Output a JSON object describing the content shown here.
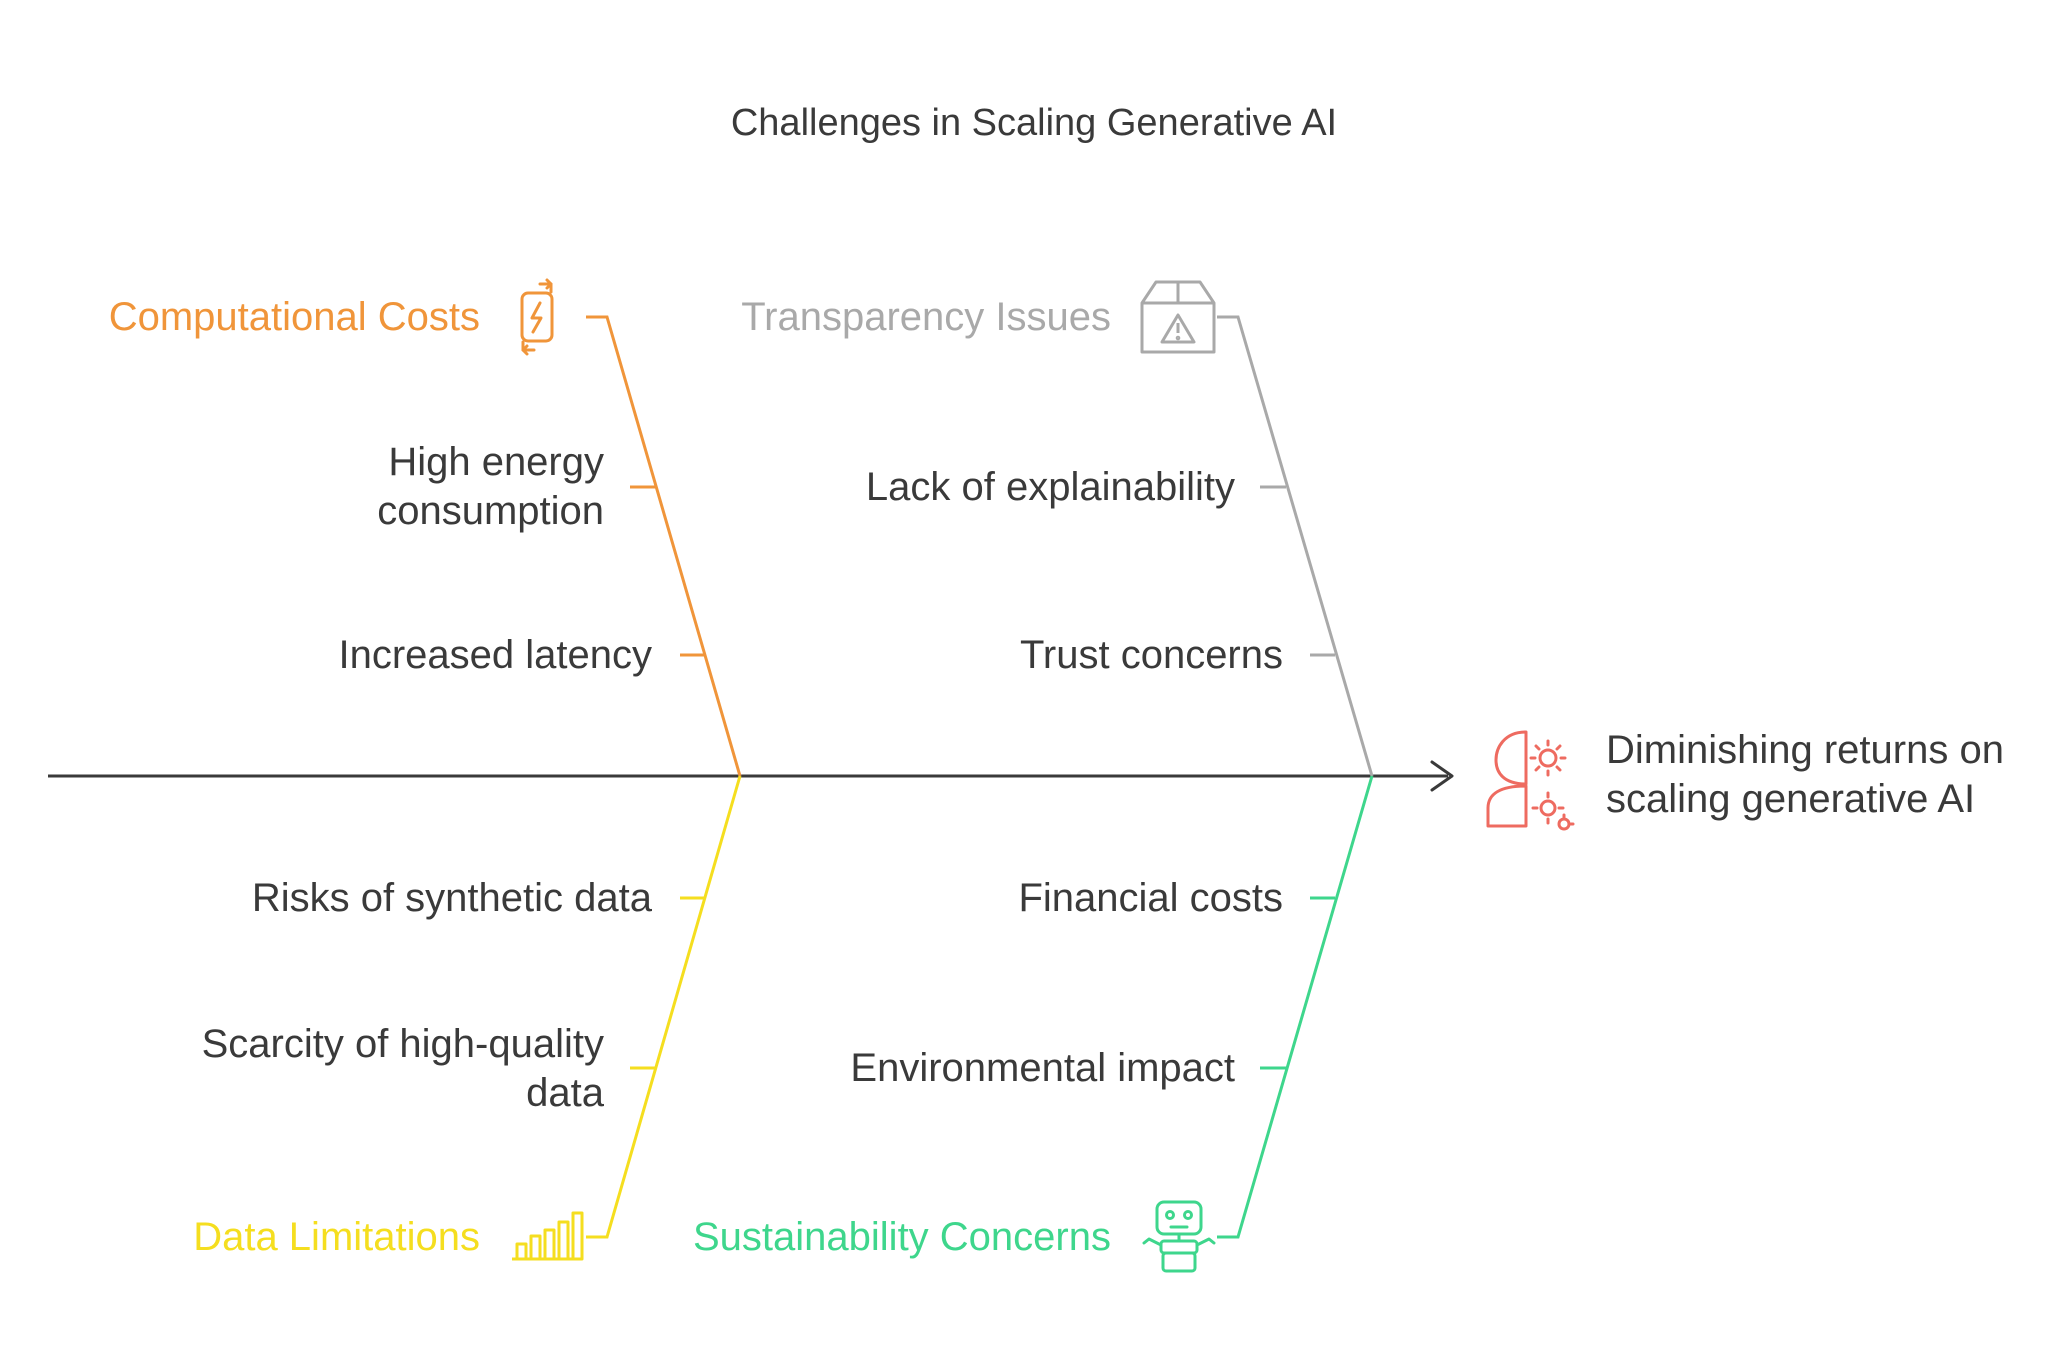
{
  "title": "Challenges in Scaling Generative AI",
  "effect": {
    "line1": "Diminishing returns on",
    "line2": "scaling generative AI",
    "icon": "head-gears-icon",
    "color": "#EE6B60"
  },
  "categories": {
    "computational": {
      "label": "Computational Costs",
      "icon": "battery-cycle-icon",
      "color": "#F0953A",
      "causes": [
        {
          "line1": "High energy",
          "line2": "consumption"
        },
        {
          "line1": "Increased latency"
        }
      ]
    },
    "transparency": {
      "label": "Transparency Issues",
      "icon": "warning-box-icon",
      "color": "#A9A9A9",
      "causes": [
        {
          "line1": "Lack of explainability"
        },
        {
          "line1": "Trust concerns"
        }
      ]
    },
    "data": {
      "label": "Data Limitations",
      "icon": "bar-chart-icon",
      "color": "#F5DE1F",
      "causes": [
        {
          "line1": "Risks of synthetic data"
        },
        {
          "line1": "Scarcity of high-quality",
          "line2": "data"
        }
      ]
    },
    "sustainability": {
      "label": "Sustainability Concerns",
      "icon": "robot-icon",
      "color": "#3ED68C",
      "causes": [
        {
          "line1": "Financial costs"
        },
        {
          "line1": "Environmental impact"
        }
      ]
    }
  }
}
